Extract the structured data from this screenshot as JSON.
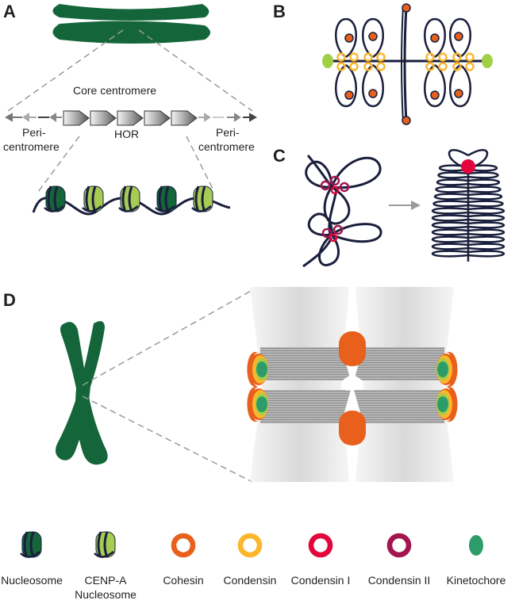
{
  "panels": {
    "a": "A",
    "b": "B",
    "c": "C",
    "d": "D"
  },
  "panel_a": {
    "core_centromere": "Core centromere",
    "hor": "HOR",
    "pericentromere_left": [
      "Peri-",
      "centromere"
    ],
    "pericentromere_right": [
      "Peri-",
      "centromere"
    ]
  },
  "legend": [
    {
      "label": [
        "Nucleosome"
      ],
      "icon": "nucleosome-icon"
    },
    {
      "label": [
        "CENP-A",
        "Nucleosome"
      ],
      "icon": "cenpa-nucleosome-icon"
    },
    {
      "label": [
        "Cohesin"
      ],
      "icon": "cohesin-ring-icon"
    },
    {
      "label": [
        "Condensin"
      ],
      "icon": "condensin-ring-icon"
    },
    {
      "label": [
        "Condensin I"
      ],
      "icon": "condensin-i-ring-icon"
    },
    {
      "label": [
        "Condensin II"
      ],
      "icon": "condensin-ii-ring-icon"
    },
    {
      "label": [
        "Kinetochore"
      ],
      "icon": "kinetochore-icon"
    }
  ],
  "colors": {
    "chromosome": "#14663a",
    "chromatin_line": "#1a1f3d",
    "cohesin": "#e8601c",
    "condensin": "#fbb62e",
    "condensin_i": "#e2063c",
    "condensin_ii": "#a3154f",
    "kinetochore": "#2e9c6a",
    "kinetochore_end": "#a2cf46",
    "cenpa": "#a7cc52"
  }
}
